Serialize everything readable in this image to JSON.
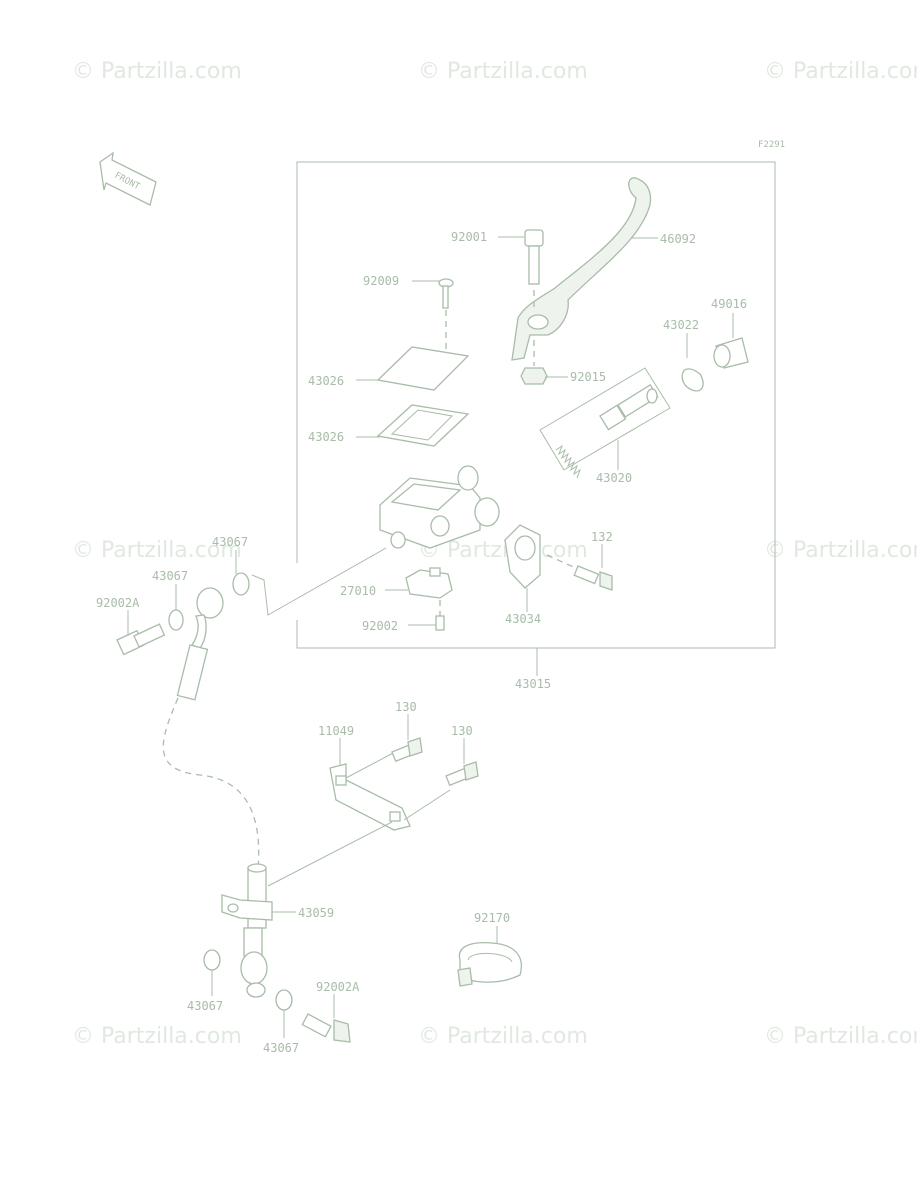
{
  "watermark": "© Partzilla.com",
  "figure_code": "F2291",
  "front_label": "FRONT",
  "parts": {
    "p92001": "92001",
    "p46092": "46092",
    "p92009": "92009",
    "p49016": "49016",
    "p43022": "43022",
    "p43026a": "43026",
    "p92015": "92015",
    "p43026b": "43026",
    "p43020": "43020",
    "p43067a": "43067",
    "p132": "132",
    "p43067b": "43067",
    "p27010": "27010",
    "p92002A_a": "92002A",
    "p43034": "43034",
    "p92002": "92002",
    "p43015": "43015",
    "p130a": "130",
    "p11049": "11049",
    "p130b": "130",
    "p43059": "43059",
    "p92170": "92170",
    "p92002A_b": "92002A",
    "p43067c": "43067",
    "p43067d": "43067"
  }
}
